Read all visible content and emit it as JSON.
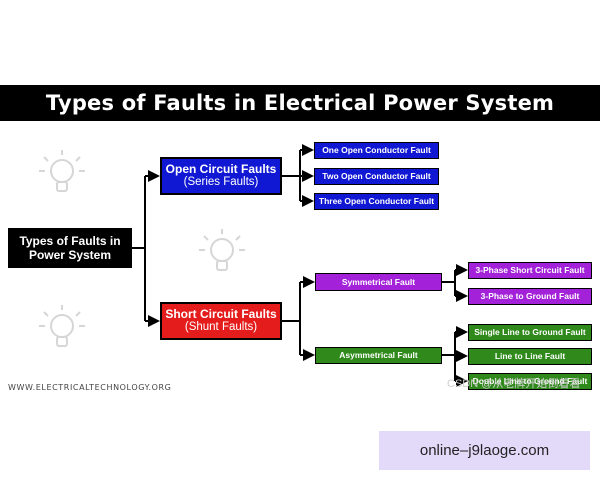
{
  "title": "Types of Faults in Electrical Power System",
  "root": {
    "line1": "Types of Faults in",
    "line2": "Power System"
  },
  "open_circuit": {
    "label": "Open Circuit Faults",
    "sub": "(Series Faults)",
    "children": [
      "One Open Conductor Fault",
      "Two Open Conductor Fault",
      "Three Open Conductor Fault"
    ]
  },
  "short_circuit": {
    "label": "Short Circuit Faults",
    "sub": "(Shunt Faults)",
    "symmetrical": {
      "label": "Symmetrical Fault",
      "children": [
        "3-Phase Short Circuit Fault",
        "3-Phase to Ground Fault"
      ]
    },
    "asymmetrical": {
      "label": "Asymmetrical Fault",
      "children": [
        "Single Line to Ground Fault",
        "Line to Line Fault",
        "Double Line to Ground Fault"
      ]
    }
  },
  "website": "WWW.ELECTRICALTECHNOLOGY.ORG",
  "csdn_watermark": "CSDN @从老牌开始倒着看",
  "tag": "online–j9laoge.com",
  "colors": {
    "open": "#1118d4",
    "short": "#e51c1c",
    "symmetrical": "#a321d8",
    "asymmetrical": "#2f8a1b",
    "banner": "#000000"
  },
  "icons": [
    "lightbulb-icon",
    "lightbulb-icon",
    "lightbulb-icon"
  ]
}
